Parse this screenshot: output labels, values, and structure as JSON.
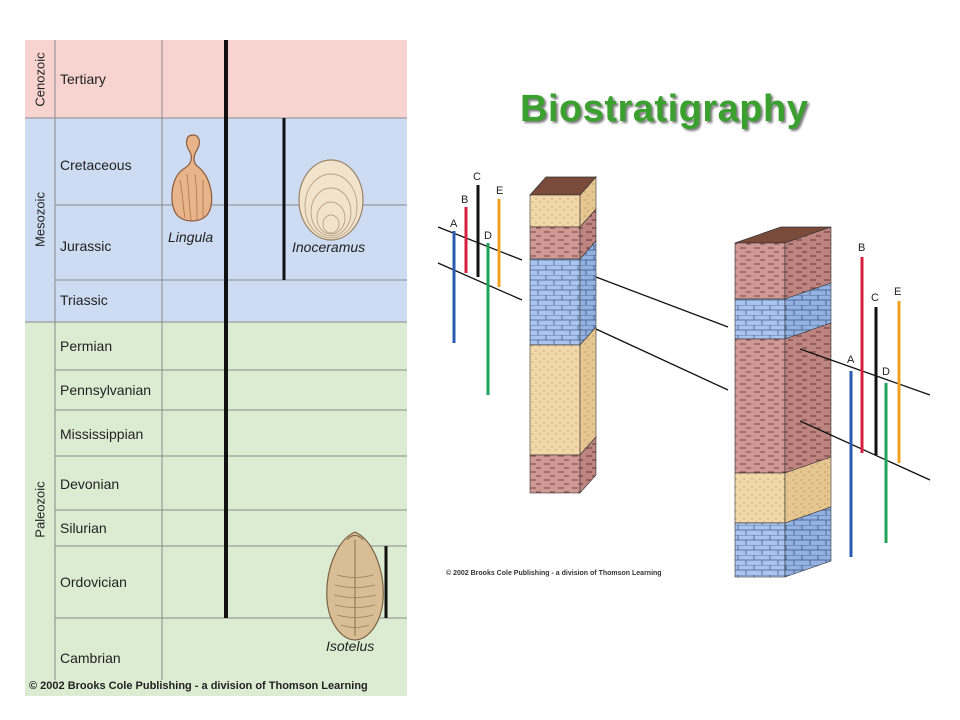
{
  "title": "Biostratigraphy",
  "chart": {
    "eras": [
      {
        "name": "Cenozoic",
        "color": "#f7d4d0"
      },
      {
        "name": "Mesozoic",
        "color": "#cddcf2"
      },
      {
        "name": "Paleozoic",
        "color": "#dcecd3"
      }
    ],
    "periods": [
      "Tertiary",
      "Cretaceous",
      "Jurassic",
      "Triassic",
      "Permian",
      "Pennsylvanian",
      "Mississippian",
      "Devonian",
      "Silurian",
      "Ordovician",
      "Cambrian"
    ],
    "fossils": {
      "lingula": "Lingula",
      "inoceramus": "Inoceramus",
      "isotelus": "Isotelus"
    },
    "copyright": "© 2002 Brooks Cole Publishing - a division of Thomson Learning"
  },
  "correlation": {
    "left_letters": [
      "A",
      "B",
      "C",
      "D",
      "E"
    ],
    "right_letters": [
      "A",
      "B",
      "C",
      "D",
      "E"
    ],
    "range_colors": {
      "A": "#2a5db0",
      "B": "#d6203f",
      "C": "#111111",
      "D": "#1fa35a",
      "E": "#f0a020"
    },
    "copyright": "© 2002 Brooks Cole Publishing - a division of Thomson Learning"
  }
}
